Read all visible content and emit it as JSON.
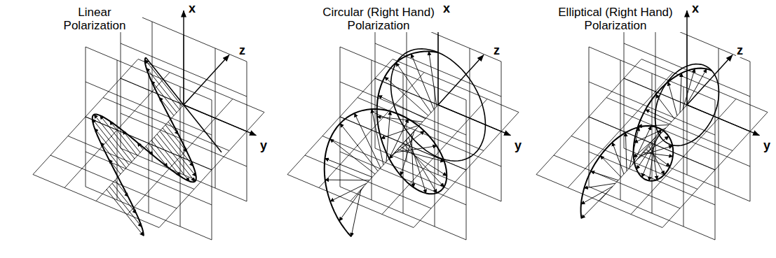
{
  "diagram": {
    "labels": [
      "Linear Polarization",
      "x",
      "z",
      "y",
      "Circular (Right Hand) Polarization",
      "x",
      "z",
      "y",
      "Elliptical (Right Hand) Polarization",
      "x",
      "z",
      "y"
    ]
  }
}
